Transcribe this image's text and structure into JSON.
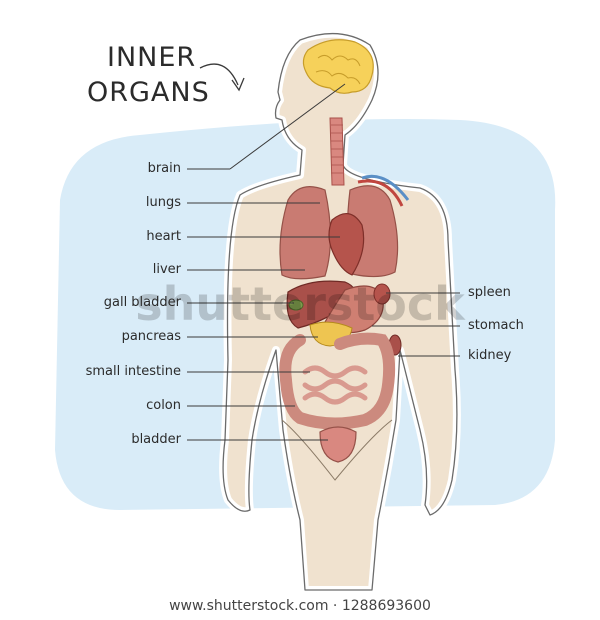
{
  "title": {
    "line1": "INNER",
    "line2": "ORGANS"
  },
  "labels": {
    "brain": "brain",
    "lungs": "lungs",
    "heart": "heart",
    "liver": "liver",
    "gall_bladder": "gall bladder",
    "pancreas": "pancreas",
    "small_intestine": "small intestine",
    "colon": "colon",
    "bladder": "bladder",
    "spleen": "spleen",
    "stomach": "stomach",
    "kidney": "kidney"
  },
  "watermark": "shutterstock",
  "footer": "www.shutterstock.com · 1288693600",
  "colors": {
    "background_blob": "#d9ecf8",
    "body_fill": "#f0e2cf",
    "outline": "#6b6b6b",
    "organ_red": "#c46a63",
    "organ_dark_red": "#a9504a",
    "brain_yellow": "#f6d15a",
    "pancreas_yellow": "#eec551",
    "intestine": "#d99a8f"
  }
}
